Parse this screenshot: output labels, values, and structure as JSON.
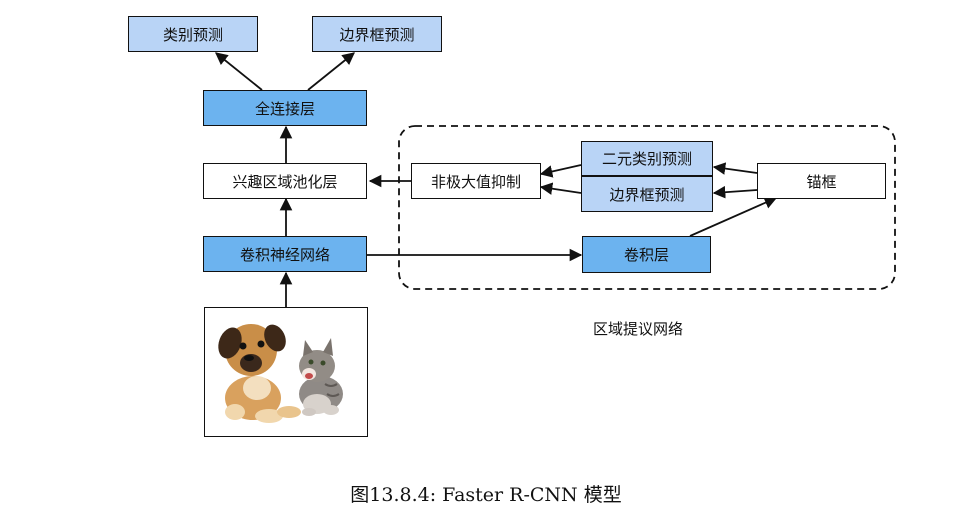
{
  "nodes": {
    "class_pred_top": "类别预测",
    "bbox_pred_top": "边界框预测",
    "fc": "全连接层",
    "roi_pool": "兴趣区域池化层",
    "cnn": "卷积神经网络",
    "nms": "非极大值抑制",
    "binary_class_pred": "二元类别预测",
    "bbox_pred_rpn": "边界框预测",
    "anchor": "锚框",
    "conv": "卷积层"
  },
  "rpn_label": "区域提议网络",
  "caption": "图13.8.4: Faster R-CNN 模型",
  "colors": {
    "light_blue": "#b9d4f6",
    "mid_blue": "#6cb3ef",
    "stroke": "#111111"
  },
  "image": {
    "subject": "puppy-and-kitten-photo"
  }
}
